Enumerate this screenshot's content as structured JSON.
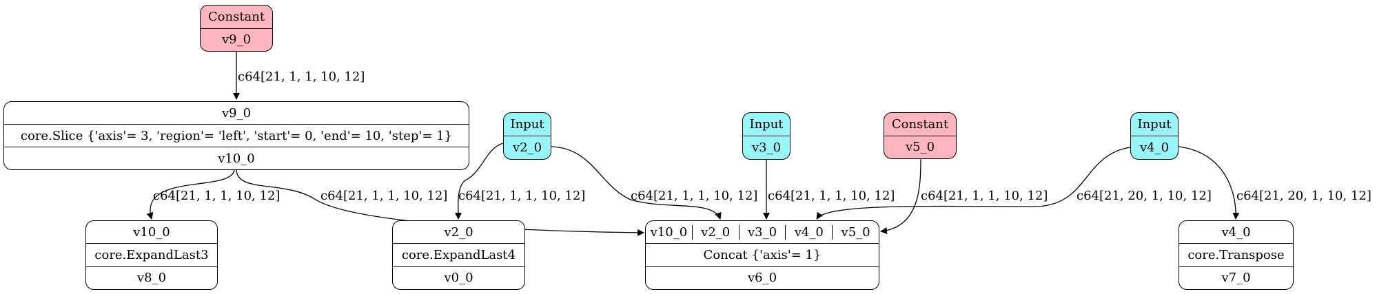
{
  "nodes": {
    "constant_v9": {
      "kind": "Constant",
      "name": "v9_0"
    },
    "slice": {
      "in": "v9_0",
      "op": "core.Slice {'axis'= 3, 'region'= 'left', 'start'= 0, 'end'= 10, 'step'= 1}",
      "out": "v10_0"
    },
    "input_v2": {
      "kind": "Input",
      "name": "v2_0"
    },
    "input_v3": {
      "kind": "Input",
      "name": "v3_0"
    },
    "constant_v5": {
      "kind": "Constant",
      "name": "v5_0"
    },
    "input_v4": {
      "kind": "Input",
      "name": "v4_0"
    },
    "expandlast3": {
      "in": "v10_0",
      "op": "core.ExpandLast3",
      "out": "v8_0"
    },
    "expandlast4": {
      "in": "v2_0",
      "op": "core.ExpandLast4",
      "out": "v0_0"
    },
    "concat": {
      "ports": [
        "v10_0",
        "v2_0",
        "v3_0",
        "v4_0",
        "v5_0"
      ],
      "op": "Concat {'axis'= 1}",
      "out": "v6_0"
    },
    "transpose": {
      "in": "v4_0",
      "op": "core.Transpose",
      "out": "v7_0"
    }
  },
  "edges": {
    "e_const_slice": "c64[21, 1, 1, 10, 12]",
    "e_slice_expand3": "c64[21, 1, 1, 10, 12]",
    "e_slice_concat": "c64[21, 1, 1, 10, 12]",
    "e_v2_expand4": "c64[21, 1, 1, 10, 12]",
    "e_v2_concat": "c64[21, 1, 1, 10, 12]",
    "e_v3_concat": "c64[21, 1, 1, 10, 12]",
    "e_v5_concat": "c64[21, 1, 1, 10, 12]",
    "e_v4_concat": "c64[21, 20, 1, 10, 12]",
    "e_v4_transpose": "c64[21, 20, 1, 10, 12]"
  },
  "colors": {
    "constant": "#ffb6c1",
    "input": "#98f5f9",
    "op": "#ffffff"
  }
}
